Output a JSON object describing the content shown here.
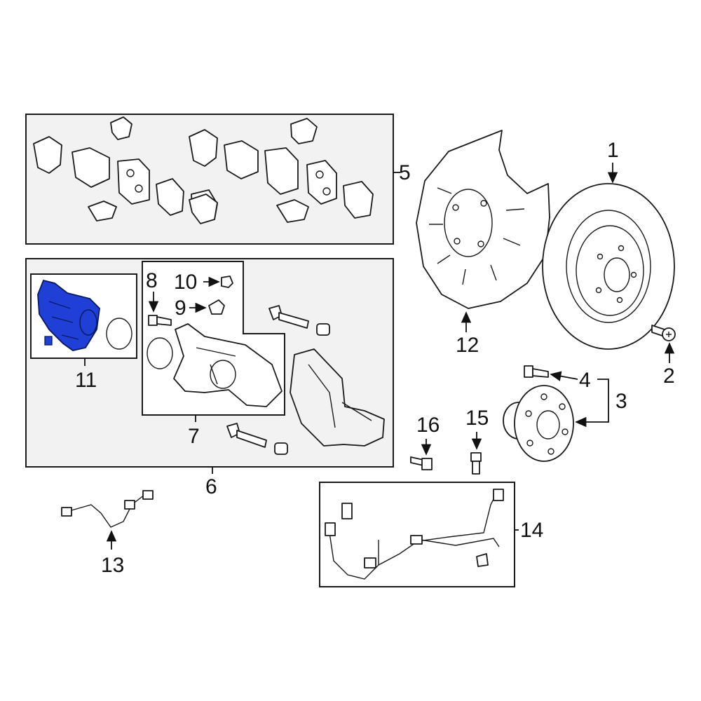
{
  "diagram": {
    "highlight_color": "#1f3fd6",
    "callouts": [
      "1",
      "2",
      "3",
      "4",
      "5",
      "6",
      "7",
      "8",
      "9",
      "10",
      "11",
      "12",
      "13",
      "14",
      "15",
      "16"
    ],
    "highlighted_part": "11"
  }
}
